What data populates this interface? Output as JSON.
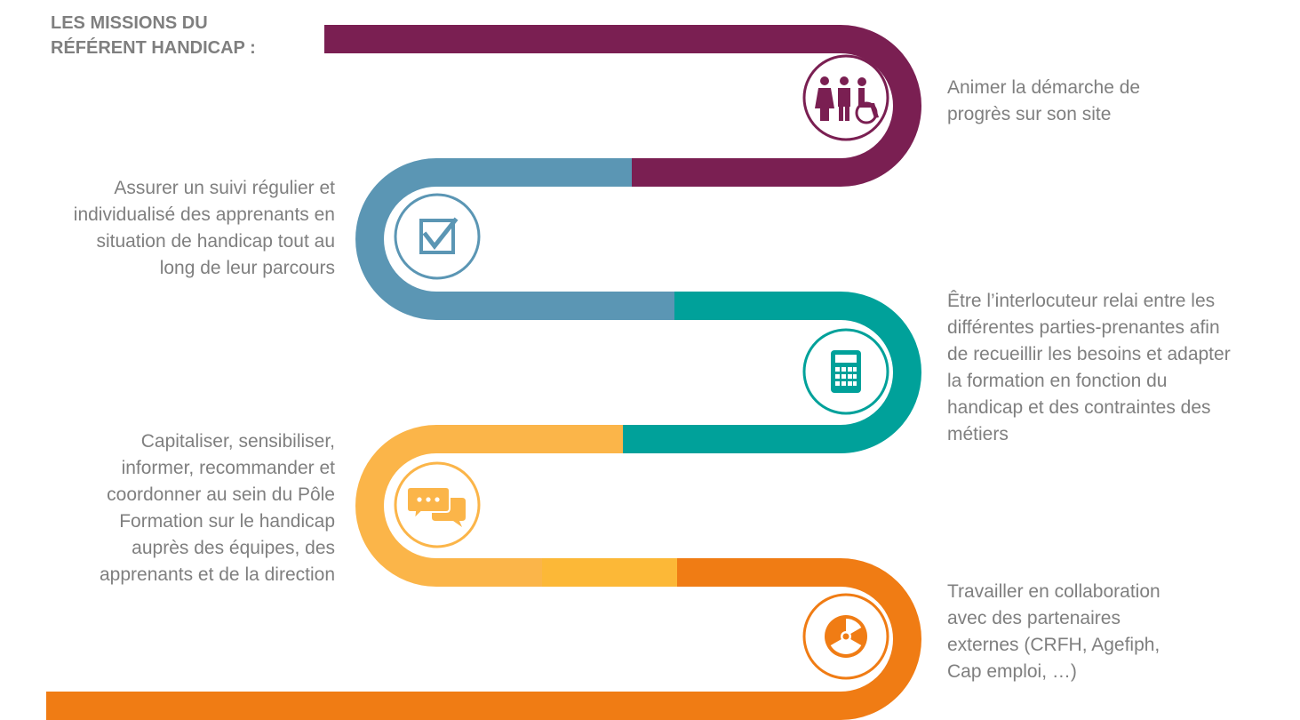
{
  "heading": {
    "lines": [
      "LES MISSIONS DU",
      "RÉFÉRENT HANDICAP :"
    ]
  },
  "missions": [
    {
      "lines": [
        "Animer la démarche de",
        "progrès sur son site"
      ],
      "icon": "accessibility-people-icon",
      "color": "#7a1f52"
    },
    {
      "lines": [
        "Assurer un suivi régulier et",
        "individualisé des apprenants en",
        "situation de handicap tout au",
        "long de leur parcours"
      ],
      "icon": "checkbox-check-icon",
      "color": "#5b96b4"
    },
    {
      "lines": [
        "Être l’interlocuteur relai entre les",
        "différentes parties-prenantes afin",
        "de recueillir les besoins et adapter",
        "la formation en fonction du",
        "handicap et des contraintes des",
        "métiers"
      ],
      "icon": "calculator-icon",
      "color": "#00a19a"
    },
    {
      "lines": [
        "Capitaliser, sensibiliser,",
        "informer, recommander et",
        "coordonner au sein du Pôle",
        "Formation sur le handicap",
        "auprès des équipes, des",
        "apprenants et de la direction"
      ],
      "icon": "chat-bubbles-icon",
      "color": "#fbb549"
    },
    {
      "lines": [
        "Travailler en collaboration",
        "avec des partenaires",
        "externes (CRFH, Agefiph,",
        "Cap emploi, …)"
      ],
      "icon": "radiation-icon",
      "color": "#f07c14"
    }
  ]
}
